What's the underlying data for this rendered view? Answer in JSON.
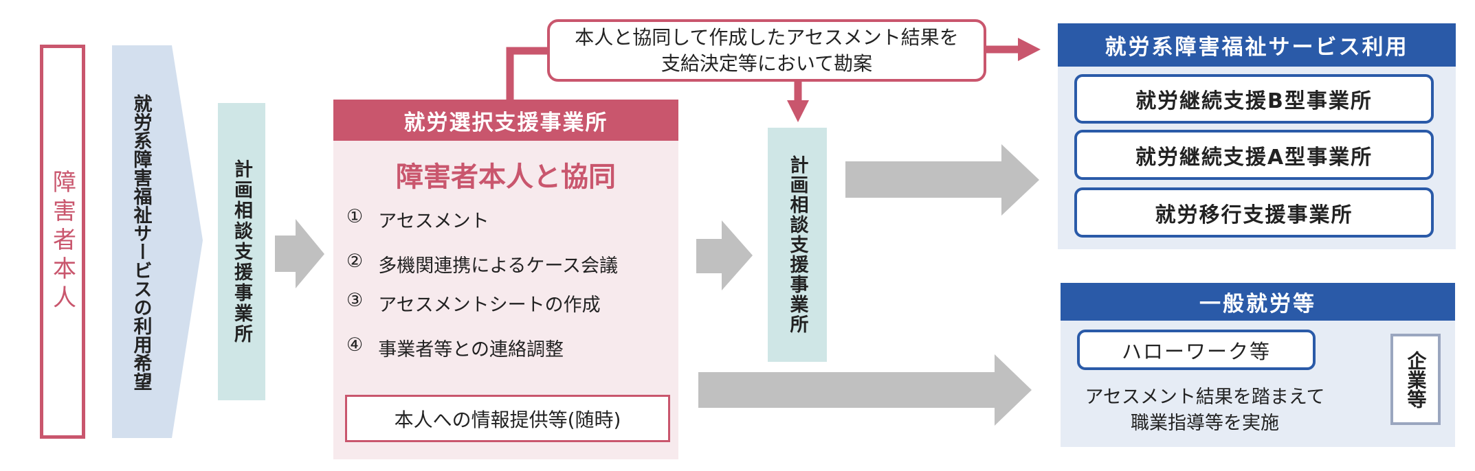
{
  "person": {
    "label": "障害者本人"
  },
  "wish": {
    "label": "就労系障害福祉サービスの利用希望"
  },
  "planning_office_1": {
    "label": "計画相談支援事業所"
  },
  "planning_office_2": {
    "label": "計画相談支援事業所"
  },
  "selection_office": {
    "title": "就労選択支援事業所",
    "subtitle": "障害者本人と協同",
    "items": [
      {
        "num": "①",
        "text": "アセスメント"
      },
      {
        "num": "②",
        "text": "多機関連携によるケース会議"
      },
      {
        "num": "③",
        "text": "アセスメントシートの作成"
      },
      {
        "num": "④",
        "text": "事業者等との連絡調整"
      }
    ],
    "info_box": "本人への情報提供等(随時)"
  },
  "callout": {
    "line1": "本人と協同して作成したアセスメント結果を",
    "line2": "支給決定等において勘案"
  },
  "welfare_services": {
    "title": "就労系障害福祉サービス利用",
    "options": [
      "就労継続支援B型事業所",
      "就労継続支援A型事業所",
      "就労移行支援事業所"
    ]
  },
  "general_employment": {
    "title": "一般就労等",
    "hello_work": "ハローワーク等",
    "note_line1": "アセスメント結果を踏まえて",
    "note_line2": "職業指導等を実施",
    "company": "企業等"
  },
  "colors": {
    "pink": "#c9566d",
    "blue": "#2a5aa8",
    "teal": "#cfe6e6",
    "gray": "#c0c0c0"
  }
}
